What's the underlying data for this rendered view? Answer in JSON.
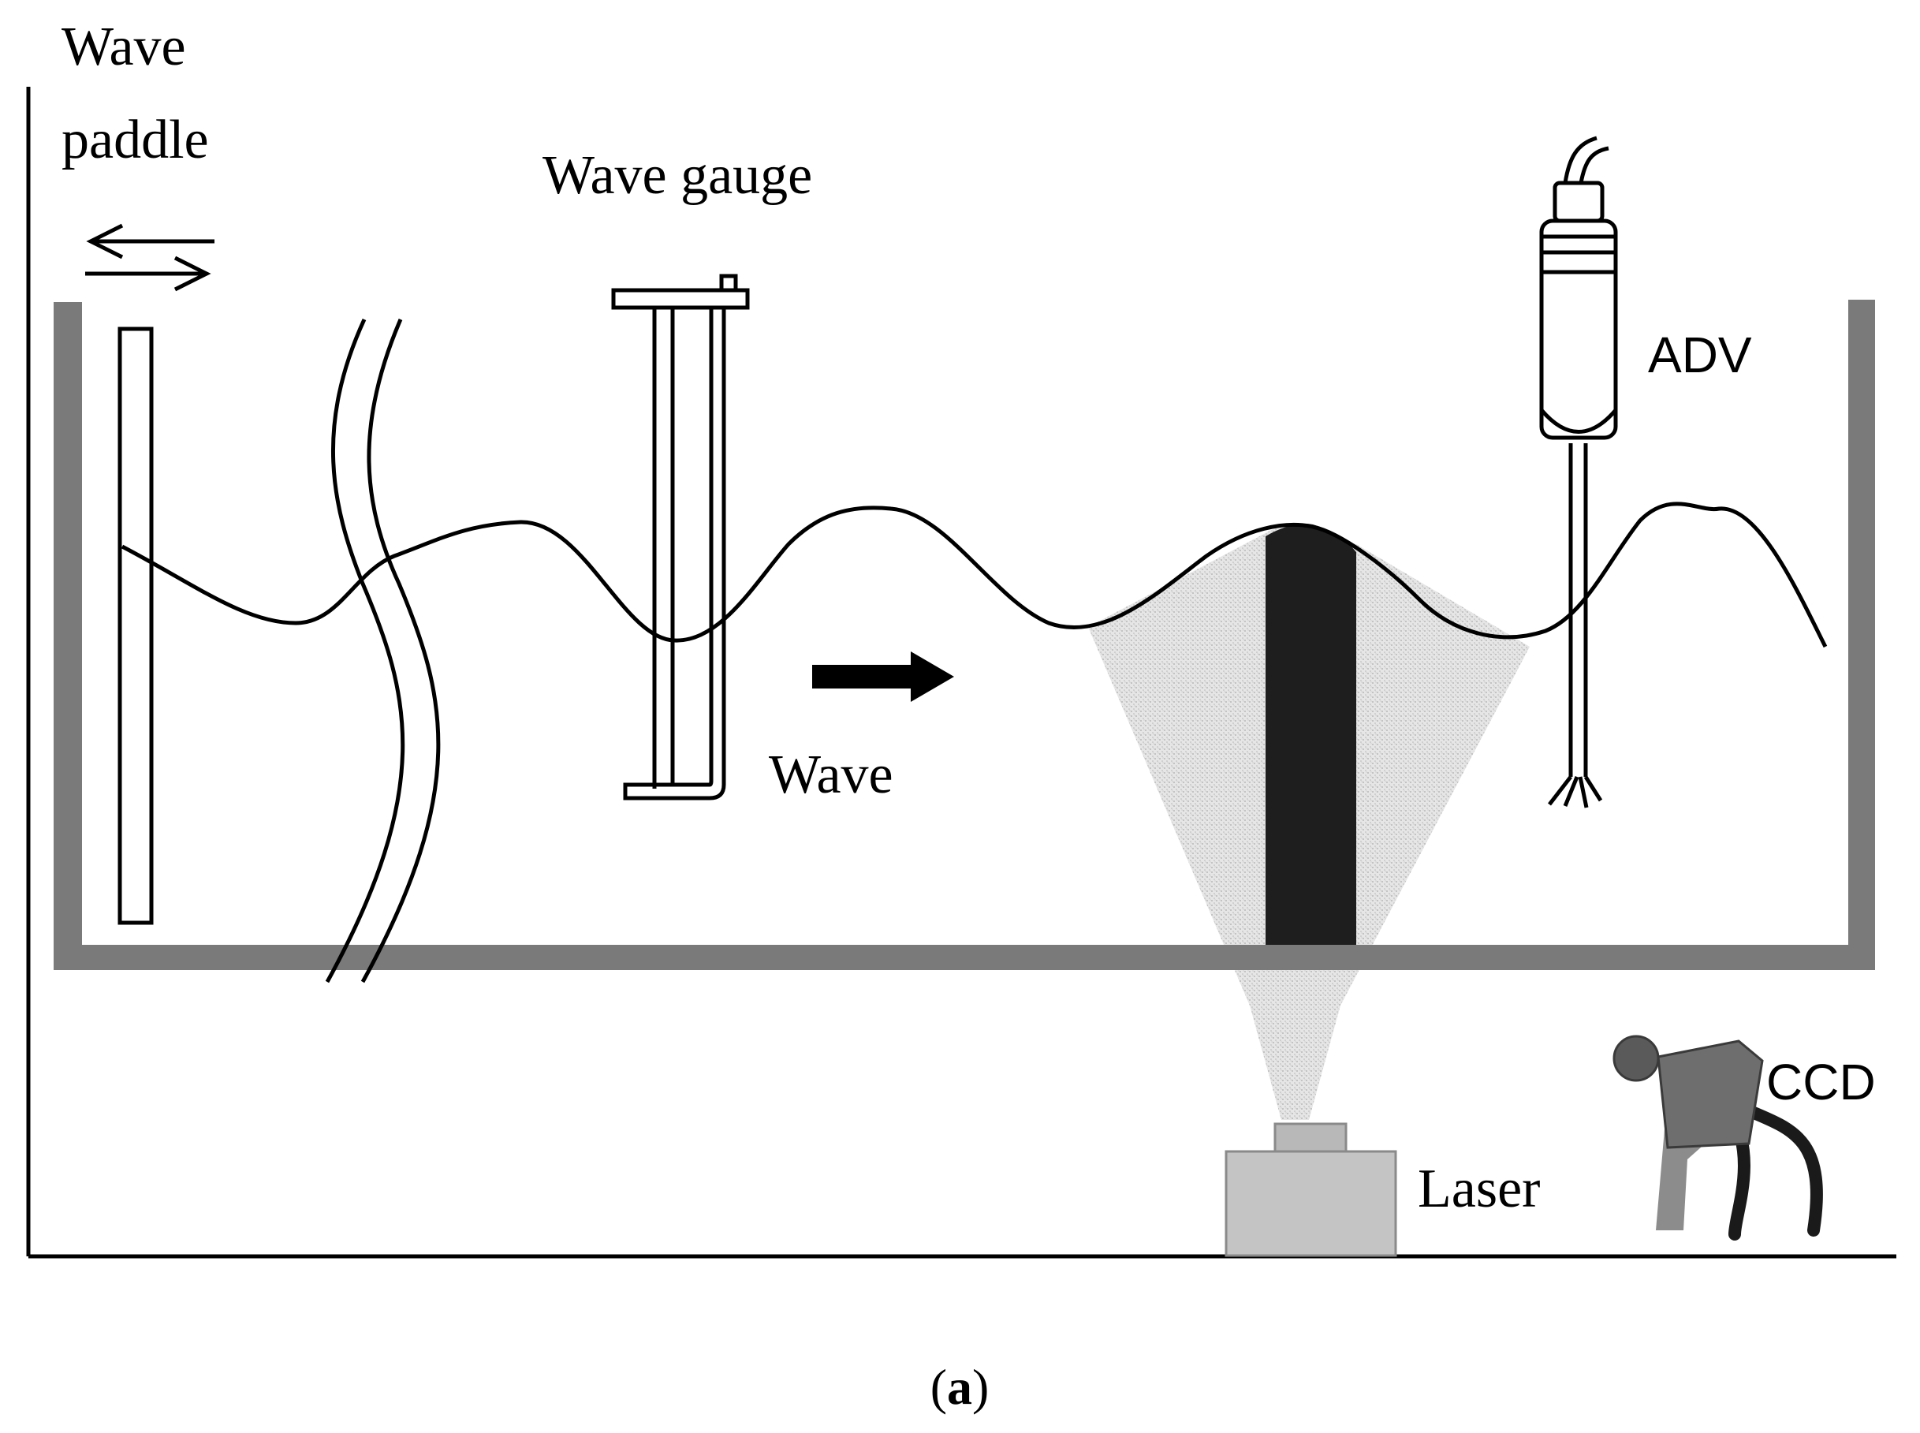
{
  "labels": {
    "wave_paddle_line1": "Wave",
    "wave_paddle_line2": "paddle",
    "wave_gauge": "Wave gauge",
    "adv": "ADV",
    "wave": "Wave",
    "ccd": "CCD",
    "laser": "Laser",
    "caption_open": "(",
    "caption_letter": "a",
    "caption_close": ")"
  },
  "colors": {
    "tank_wall": "#7a7a7a",
    "axis": "#000000",
    "laser_sheet": "#d6d6d6",
    "measurement_column": "#1e1e1e",
    "laser_body": "#c4c4c4",
    "camera_body": "#6e6e6e"
  }
}
